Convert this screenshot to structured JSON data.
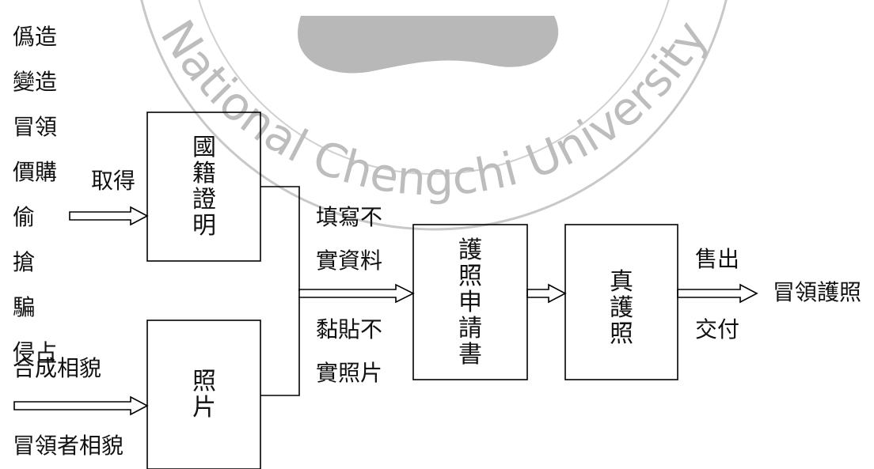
{
  "watermark": {
    "text": "National Chengchi University"
  },
  "methods": [
    "僞造",
    "變造",
    "冒領",
    "價購",
    "偷",
    "搶",
    "騙",
    "侵占"
  ],
  "labels": {
    "obtain": "取得",
    "fill_false_1": "填寫不",
    "fill_false_2": "實資料",
    "paste_false_1": "黏貼不",
    "paste_false_2": "實照片",
    "synth_face": "合成相貌",
    "impostor_face": "冒領者相貌",
    "sell": "售出",
    "deliver": "交付",
    "result": "冒領護照"
  },
  "boxes": {
    "nationality": "國籍證明",
    "photo": "照片",
    "application": "護照申請書",
    "real_passport": "真護照"
  }
}
